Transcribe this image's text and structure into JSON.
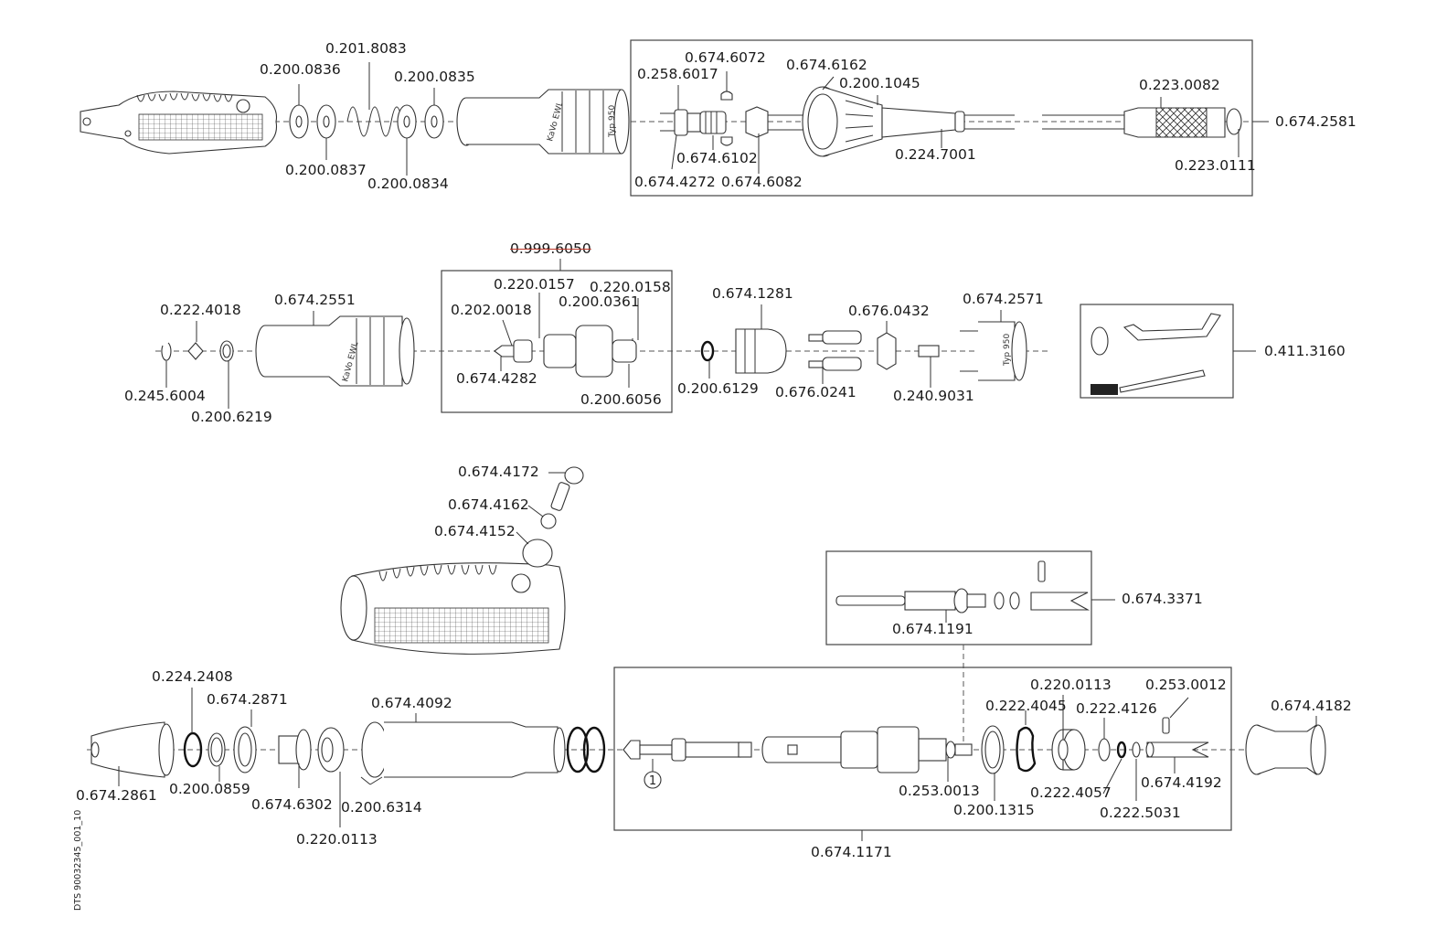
{
  "document_id": "DTS 90032345_001_10",
  "row1": {
    "labels": {
      "p0_200_0836": "0.200.0836",
      "p0_201_8083": "0.201.8083",
      "p0_200_0835": "0.200.0835",
      "p0_200_0837": "0.200.0837",
      "p0_200_0834": "0.200.0834",
      "p0_674_6072": "0.674.6072",
      "p0_258_6017": "0.258.6017",
      "p0_674_6162": "0.674.6162",
      "p0_200_1045": "0.200.1045",
      "p0_223_0082": "0.223.0082",
      "p0_674_2581": "0.674.2581",
      "p0_674_6102": "0.674.6102",
      "p0_224_7001": "0.224.7001",
      "p0_223_0111": "0.223.0111",
      "p0_674_4272": "0.674.4272",
      "p0_674_6082": "0.674.6082"
    },
    "motor_brand_text": "KaVo EWL",
    "motor_type_text": "Typ 950"
  },
  "row2": {
    "labels": {
      "p0_999_6050": "0.999.6050",
      "p0_220_0157": "0.220.0157",
      "p0_220_0158": "0.220.0158",
      "p0_202_0018": "0.202.0018",
      "p0_200_0361": "0.200.0361",
      "p0_674_4282": "0.674.4282",
      "p0_200_6056": "0.200.6056",
      "p0_222_4018": "0.222.4018",
      "p0_674_2551": "0.674.2551",
      "p0_245_6004": "0.245.6004",
      "p0_200_6219": "0.200.6219",
      "p0_674_1281": "0.674.1281",
      "p0_676_0432": "0.676.0432",
      "p0_674_2571": "0.674.2571",
      "p0_200_6129": "0.200.6129",
      "p0_676_0241": "0.676.0241",
      "p0_240_9031": "0.240.9031",
      "p0_411_3160": "0.411.3160"
    },
    "discontinued_part": "0.999.6050",
    "strike_color": "#c0392b",
    "motor_brand_text": "KaVo EWL",
    "motor_type_text": "Typ 950"
  },
  "row3": {
    "labels": {
      "p0_674_4172": "0.674.4172",
      "p0_674_4162": "0.674.4162",
      "p0_674_4152": "0.674.4152",
      "p0_674_3371": "0.674.3371",
      "p0_674_1191": "0.674.1191",
      "p0_224_2408": "0.224.2408",
      "p0_674_2871": "0.674.2871",
      "p0_674_4092": "0.674.4092",
      "p0_674_2861": "0.674.2861",
      "p0_200_0859": "0.200.0859",
      "p0_674_6302": "0.674.6302",
      "p0_200_6314": "0.200.6314",
      "p0_220_0113a": "0.220.0113",
      "p0_220_0113b": "0.220.0113",
      "p0_253_0012": "0.253.0012",
      "p0_674_4182": "0.674.4182",
      "p0_222_4045": "0.222.4045",
      "p0_222_4126": "0.222.4126",
      "p0_253_0013": "0.253.0013",
      "p0_222_4057": "0.222.4057",
      "p0_674_4192": "0.674.4192",
      "p0_200_1315": "0.200.1315",
      "p0_222_5031": "0.222.5031",
      "p0_674_1171": "0.674.1171"
    },
    "callout_number": "1"
  }
}
